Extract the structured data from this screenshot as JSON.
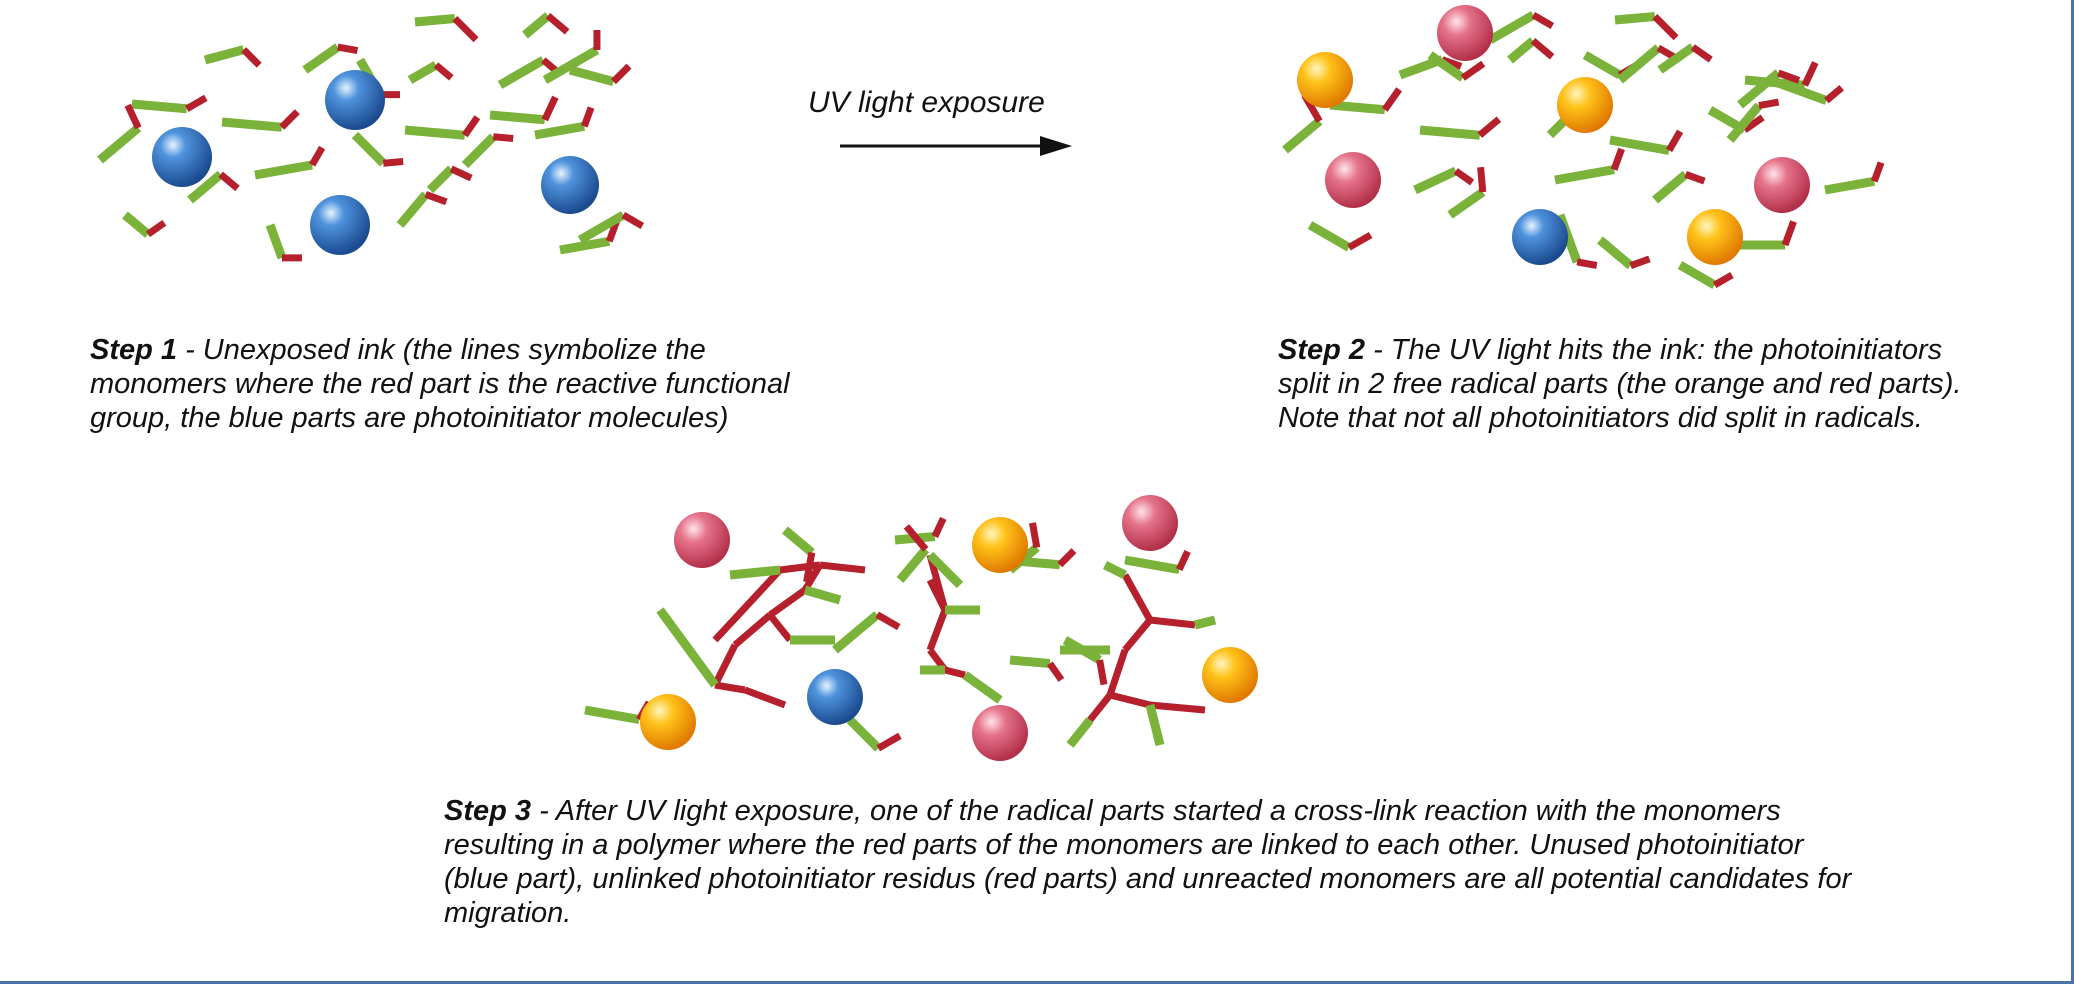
{
  "arrow_label": "UV light exposure",
  "steps": [
    {
      "label": "Step 1",
      "text": " - Unexposed ink (the lines symbolize the monomers where the red part is the reactive functional group, the blue parts are photoinitiator molecules)"
    },
    {
      "label": "Step 2",
      "text": " - The UV light hits the ink: the photoinitiators split in 2 free radical parts (the orange and red parts). Note that not all photoinitiators did split in radicals."
    },
    {
      "label": "Step 3",
      "text": " - After UV light exposure, one of the radical parts started a cross-link reaction with the monomers resulting in a polymer where the red parts of the monomers are linked to each other.  Unused photoinitiator (blue part), unlinked photoinitiator residus (red parts) and unreacted monomers are all potential candidates for migration."
    }
  ],
  "colors": {
    "monomer_body": "#7ab23a",
    "reactive_group": "#b5202c",
    "photoinitiator": "#2b66b3",
    "radical_orange": "#f2a20c",
    "radical_red": "#d94a63",
    "frame_border": "#4a72a8"
  }
}
